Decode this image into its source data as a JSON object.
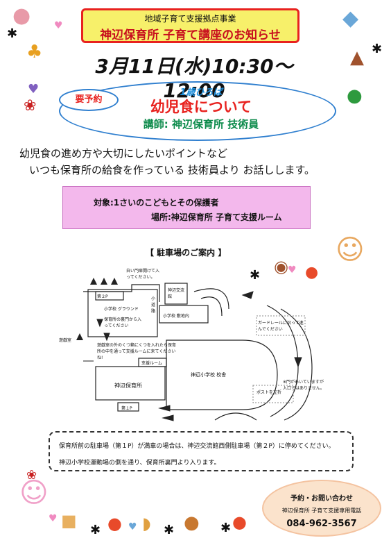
{
  "header": {
    "subtitle": "地域子育て支援拠点事業",
    "title": "神辺保育所 子育て講座のお知らせ"
  },
  "event": {
    "datetime": "3月11日(水)10:30〜12:00",
    "reservation": "要予約",
    "group": "1歳ひろば",
    "title": "幼児食について",
    "lecturer": "講師: 神辺保育所 技術員"
  },
  "description": {
    "line1": "幼児食の進め方や大切にしたいポイントなど",
    "line2": "いつも保育所の給食を作っている 技術員より お話しします。"
  },
  "details": {
    "target": "対象:1さいのこどもとその保護者",
    "place": "場所:神辺保育所 子育て支援ルーム"
  },
  "map": {
    "title": "【 駐車場のご案内 】",
    "labels": {
      "p2": "第２P",
      "gate_note": "白い門扉開けて入ってください。",
      "school_ground": "小学校 グラウンド",
      "back_gate": "保育所の裏門から入ってください",
      "road": "小道路",
      "exchange": "神辺交流館",
      "school_site": "小学校 敷地内",
      "guardrail": "ガードレールに沿って進んでください",
      "playroom": "遊戯室",
      "shoe_note": "遊戯室の外のくつ箱にくつを入れたら保育所の中を通って支援ルームに来てくださいね!",
      "support_room": "支援ルーム",
      "nursery": "神辺保育所",
      "p1": "第１P",
      "school_building": "神辺小学校 校舎",
      "gate_note2": "※門があいていますが入口ではありません。",
      "postbox": "ポストを左折"
    }
  },
  "notice": {
    "line1": "保育所前の駐車場（第１P）が満車の場合は、神辺交流館西側駐車場（第２P）に停めてください。",
    "line2": "神辺小学校運動場の側を通り、保育所裏門より入ります。"
  },
  "contact": {
    "label": "予約・お問い合わせ",
    "org": "神辺保育所 子育て支援専用電話",
    "phone": "084-962-3567"
  },
  "colors": {
    "title_border": "#e8221f",
    "title_bg": "#f7f06a",
    "accent_red": "#e8221f",
    "accent_blue": "#2f7fcf",
    "pink_box": "#f3b8ec",
    "contact_bg": "#fbe3cc"
  }
}
